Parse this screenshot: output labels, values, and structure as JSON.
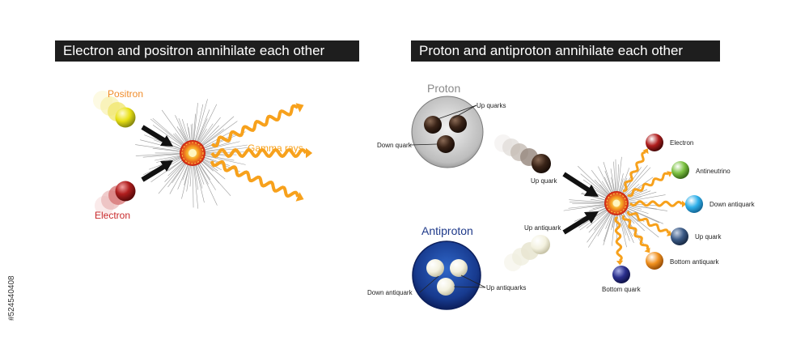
{
  "left_panel": {
    "title": "Electron and positron annihilate each other",
    "positron_label": "Positron",
    "electron_label": "Electron",
    "gamma_label": "Gamma rays"
  },
  "right_panel": {
    "title": "Proton and antiproton annihilate each other",
    "proton": {
      "label": "Proton",
      "up_quarks_label": "Up quarks",
      "down_quark_label": "Down quark",
      "moving_label": "Up quark"
    },
    "antiproton": {
      "label": "Antiproton",
      "down_antiquark_label": "Down antiquark",
      "up_antiquarks_label": "Up antiquarks",
      "moving_label": "Up antiquark"
    },
    "products": [
      {
        "label": "Electron",
        "color": "#b01e1e"
      },
      {
        "label": "Antineutrino",
        "color": "#7cc242"
      },
      {
        "label": "Down antiquark",
        "color": "#2fb0ea"
      },
      {
        "label": "Up quark",
        "color": "#3b5a86"
      },
      {
        "label": "Bottom antiquark",
        "color": "#f0901e"
      },
      {
        "label": "Bottom quark",
        "color": "#2a2f8c"
      }
    ]
  },
  "colors": {
    "arrow_orange": "#f7a11c",
    "banner_bg": "#1e1e1e",
    "positron_label": "#f08c2a",
    "electron_label": "#c8282a",
    "antiproton_label": "#1f3a8a"
  },
  "stock_id": "#524540408"
}
